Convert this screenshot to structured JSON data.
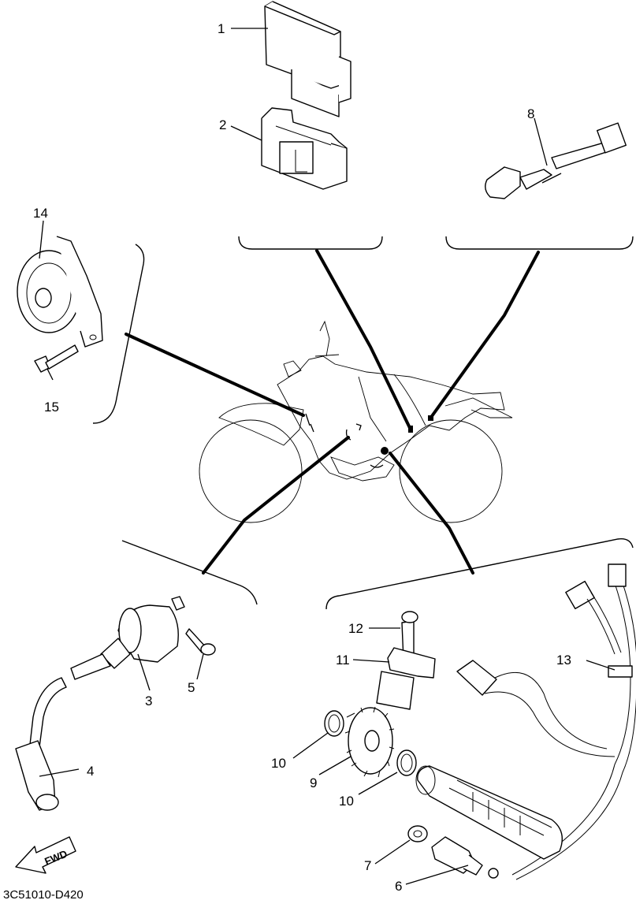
{
  "diagram": {
    "code": "3C51010-D420",
    "fwd_label": "FWD",
    "callouts": [
      "1",
      "2",
      "3",
      "4",
      "5",
      "6",
      "7",
      "8",
      "9",
      "10",
      "10",
      "11",
      "12",
      "13",
      "14",
      "15"
    ]
  }
}
